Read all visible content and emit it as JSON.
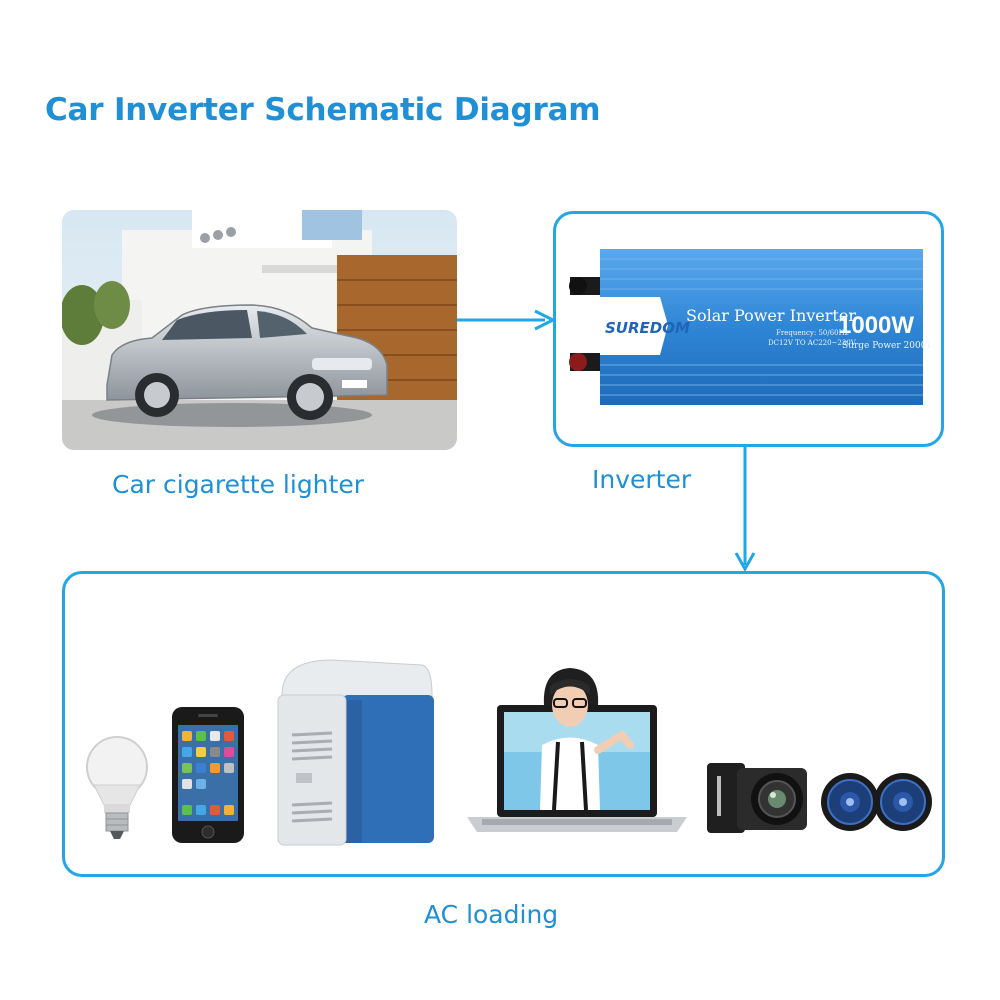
{
  "title": "Car Inverter Schematic Diagram",
  "captions": {
    "car": "Car cigarette lighter",
    "inverter": "Inverter",
    "load": "AC loading"
  },
  "inverter_label": {
    "brand": "SUREDOM",
    "name": "Solar Power Inverter",
    "power": "1000W",
    "frequency": "Frequency: 50/60Hz",
    "conversion": "DC12V TO AC220~230V",
    "surge": "Surge Power 2000W"
  },
  "colors": {
    "accent": "#1f8fd6",
    "box_border": "#22a6e8",
    "inverter_body": "#2f86d6"
  },
  "icons": [
    "light-bulb-icon",
    "smartphone-icon",
    "mini-fridge-icon",
    "laptop-icon",
    "camera-icon",
    "speaker-icon"
  ]
}
